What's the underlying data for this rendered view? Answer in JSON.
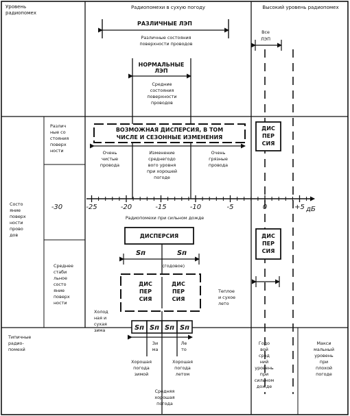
{
  "header": {
    "level_title": [
      "Уровень",
      "радиопомех"
    ],
    "dry_title": "Радиопомехи в сухую погоду",
    "high_title": "Высокий уровень радиопомех"
  },
  "dry": {
    "different_lines": "РАЗЛИЧНЫЕ ЛЭП",
    "different_states": [
      "Различные состояния",
      "поверхности проводов"
    ],
    "normal_lines": [
      "НОРМАЛЬНЫЕ",
      "ЛЭП"
    ],
    "mean_states": [
      "Средние",
      "состояния",
      "поверхности",
      "проводов"
    ],
    "all_lines": [
      "Все",
      "ЛЭП"
    ],
    "row_label": [
      "Различ",
      "ные со",
      "стояния",
      "поверх",
      "ности"
    ],
    "possible_dispersion": [
      "ВОЗМОЖНАЯ ДИСПЕРСИЯ, В ТОМ",
      "ЧИСЛЕ И СЕЗОННЫЕ ИЗМЕНЕНИЯ"
    ],
    "very_clean": [
      "Очень",
      "чистые",
      "провода"
    ],
    "annual_change": [
      "Изменение",
      "среднегодо",
      "вого уровня",
      "при хорошей",
      "погоде"
    ],
    "very_dirty": [
      "Очень",
      "грязные",
      "провода"
    ],
    "dispersion_right": [
      "ДИС",
      "ПЕР",
      "СИЯ"
    ]
  },
  "axis": {
    "ticks": [
      "-30",
      "-25",
      "-20",
      "-15",
      "-10",
      "-5",
      "0",
      "+5"
    ],
    "unit": "дБ"
  },
  "left": {
    "state_label": [
      "Состо",
      "яние",
      "поверх",
      "ности",
      "прово",
      "дов"
    ],
    "typical_label": [
      "Типичные",
      "радио-",
      "помехй"
    ]
  },
  "rain": {
    "title": "Радиопомехи при сильном дожде",
    "dispersion": "ДИСПЕРСИЯ",
    "sn": "Sп",
    "annual": "(годовое)",
    "mean_row_label": [
      "Среднее",
      "стаби",
      "льное",
      "состо",
      "яние",
      "поверх",
      "ности"
    ],
    "disp_left": [
      "ДИС",
      "ПЕР",
      "СИЯ"
    ],
    "disp_mid": [
      "ДИС",
      "ПЕР",
      "СИЯ"
    ],
    "disp_right": [
      "ДИС",
      "ПЕР",
      "СИЯ"
    ],
    "cold_dry": [
      "Холод",
      "ная и",
      "сухая",
      "зима"
    ],
    "warm_dry": [
      "Теплое",
      "и сухое",
      "лето"
    ],
    "winter": [
      "Зи",
      "ма"
    ],
    "summer": [
      "Ле",
      "то"
    ],
    "good_winter": [
      "Хорошая",
      "погода",
      "зимой"
    ],
    "good_summer": [
      "Хорошая",
      "погода",
      "летом"
    ],
    "mean_good": [
      "Средняя",
      "хорошая",
      "погода"
    ]
  },
  "bottom": {
    "annual_mean_rain": [
      "Годо",
      "вой",
      "сред",
      "ний",
      "уровень",
      "при",
      "сильном",
      "дожде"
    ],
    "max_bad": [
      "Макси",
      "мальный",
      "уровень",
      "при",
      "плохой",
      "погоде"
    ]
  }
}
